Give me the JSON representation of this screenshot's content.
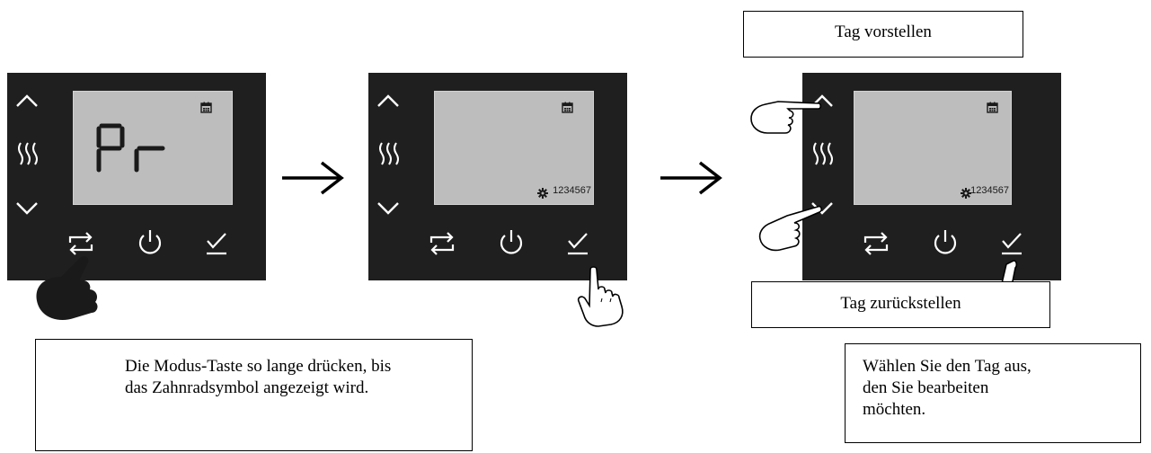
{
  "panels": [
    {
      "display_text": "Pr",
      "show_days": false
    },
    {
      "display_text": "",
      "show_days": true,
      "days": "1234567"
    },
    {
      "display_text": "",
      "show_days": true,
      "days": "1234567"
    }
  ],
  "labels": {
    "tag_vorstellen": "Tag vorstellen",
    "tag_zurueckstellen": "Tag zurückstellen",
    "modus_hint": "Die Modus-Taste so lange drücken, bis\ndas Zahnradsymbol angezeigt wird.",
    "select_day_hint": "Wählen Sie den Tag aus,\nden Sie bearbeiten\nmöchten."
  },
  "icons": {
    "up": "chevron-up-icon",
    "heat": "heat-waves-icon",
    "down": "chevron-down-icon",
    "mode": "repeat-mode-icon",
    "power": "power-icon",
    "confirm": "check-confirm-icon",
    "calendar": "calendar-icon",
    "gear": "gear-icon",
    "hand": "pointing-hand-icon"
  },
  "colors": {
    "panel": "#1f1f1f",
    "lcd": "#bdbdbd",
    "icon": "#ffffff",
    "hand_filled": "#1a1a1a"
  }
}
